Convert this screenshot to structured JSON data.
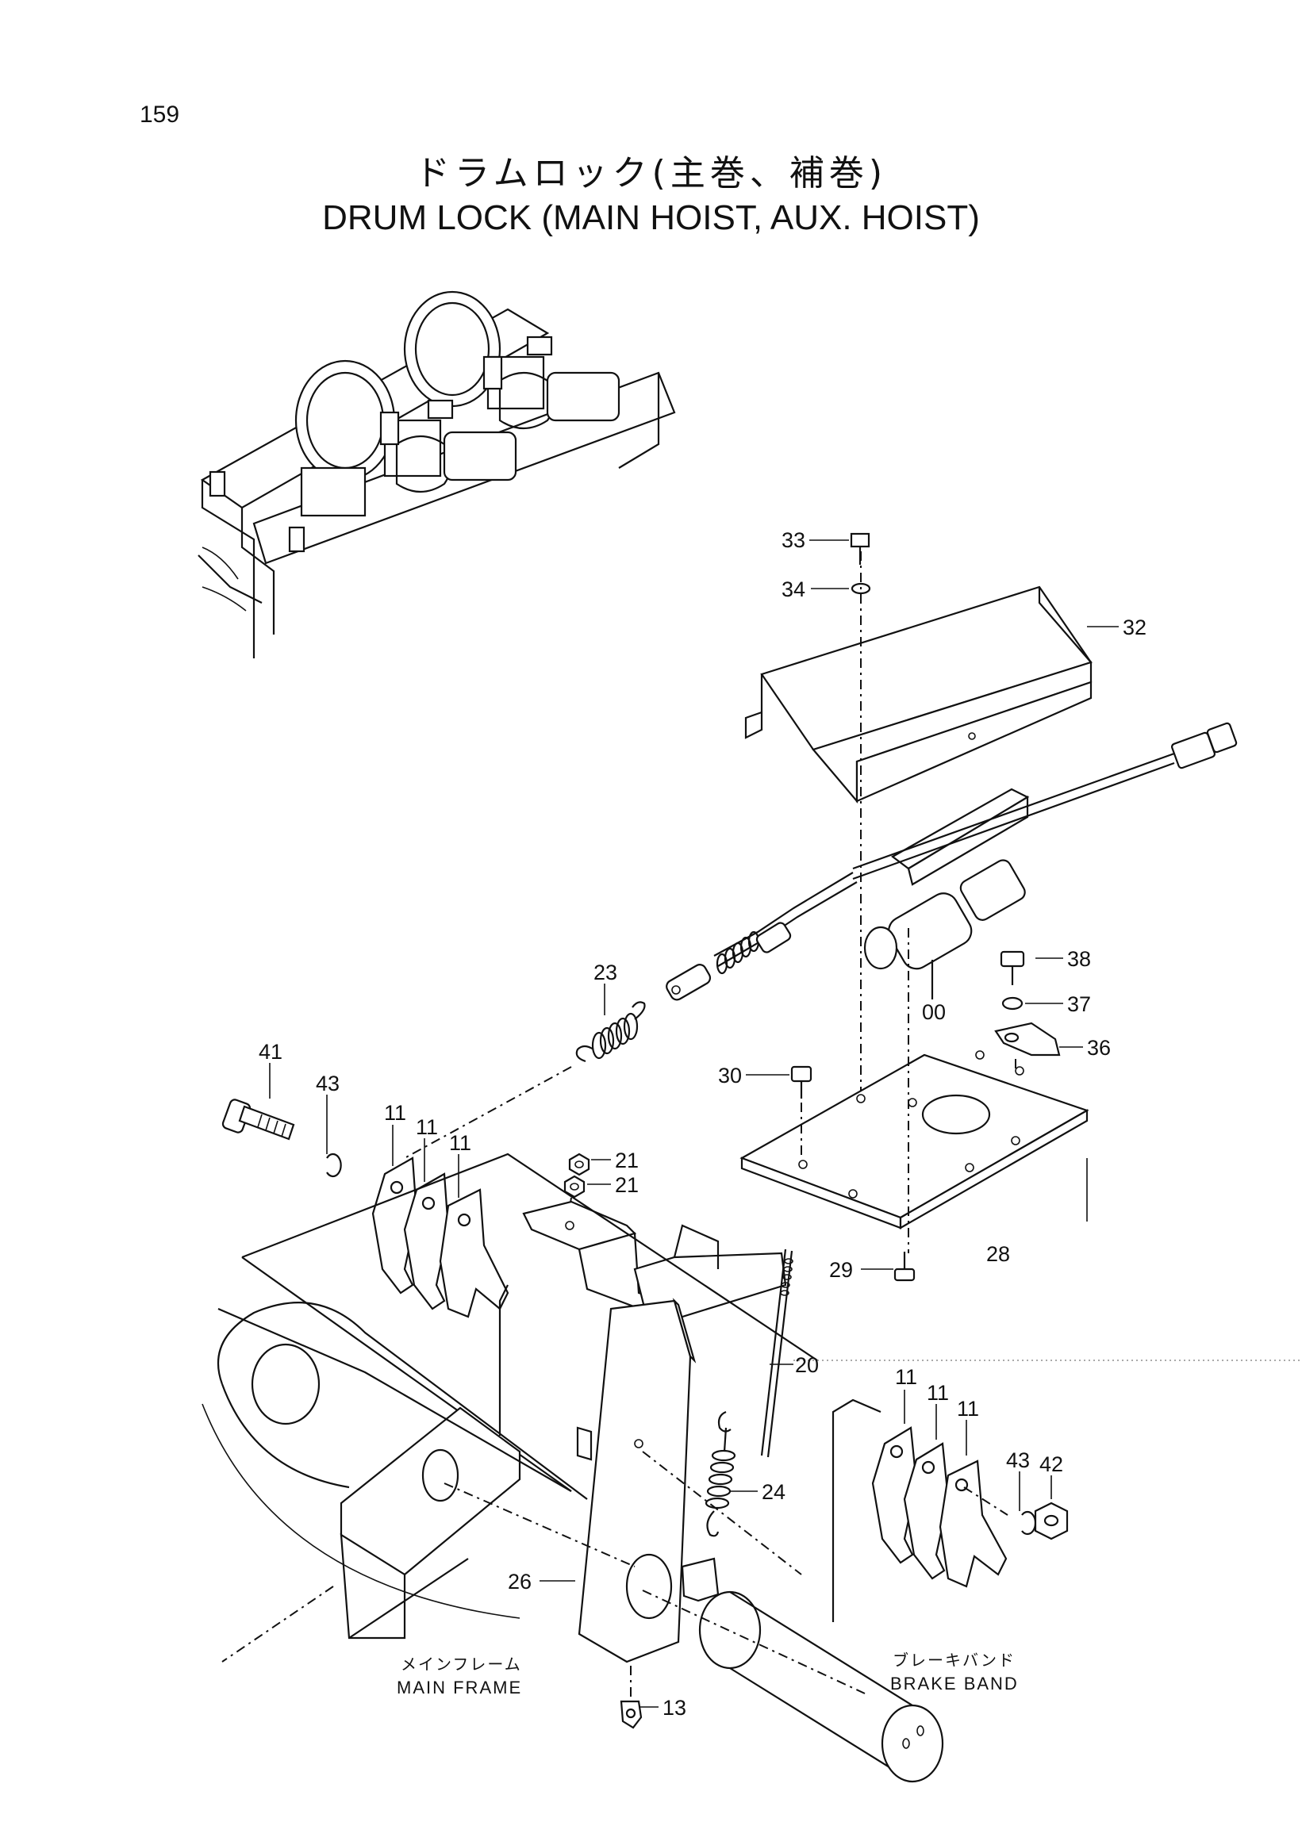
{
  "page": {
    "number": "159"
  },
  "title": {
    "japanese": "ドラムロック(主巻、補巻)",
    "english": "DRUM LOCK (MAIN HOIST, AUX. HOIST)"
  },
  "callouts": {
    "c33": "33",
    "c34": "34",
    "c32": "32",
    "c38": "38",
    "c37": "37",
    "c36": "36",
    "c00": "00",
    "c23": "23",
    "c30": "30",
    "c41": "41",
    "c43a": "43",
    "c11a": "11",
    "c11b": "11",
    "c11c": "11",
    "c21a": "21",
    "c21b": "21",
    "c28": "28",
    "c29": "29",
    "c20": "20",
    "c11d": "11",
    "c11e": "11",
    "c11f": "11",
    "c43b": "43",
    "c42": "42",
    "c24": "24",
    "c26": "26",
    "c13": "13"
  },
  "labels": {
    "main_frame_jp": "メインフレーム",
    "main_frame_en": "MAIN FRAME",
    "brake_band_jp": "ブレーキバンド",
    "brake_band_en": "BRAKE BAND"
  }
}
